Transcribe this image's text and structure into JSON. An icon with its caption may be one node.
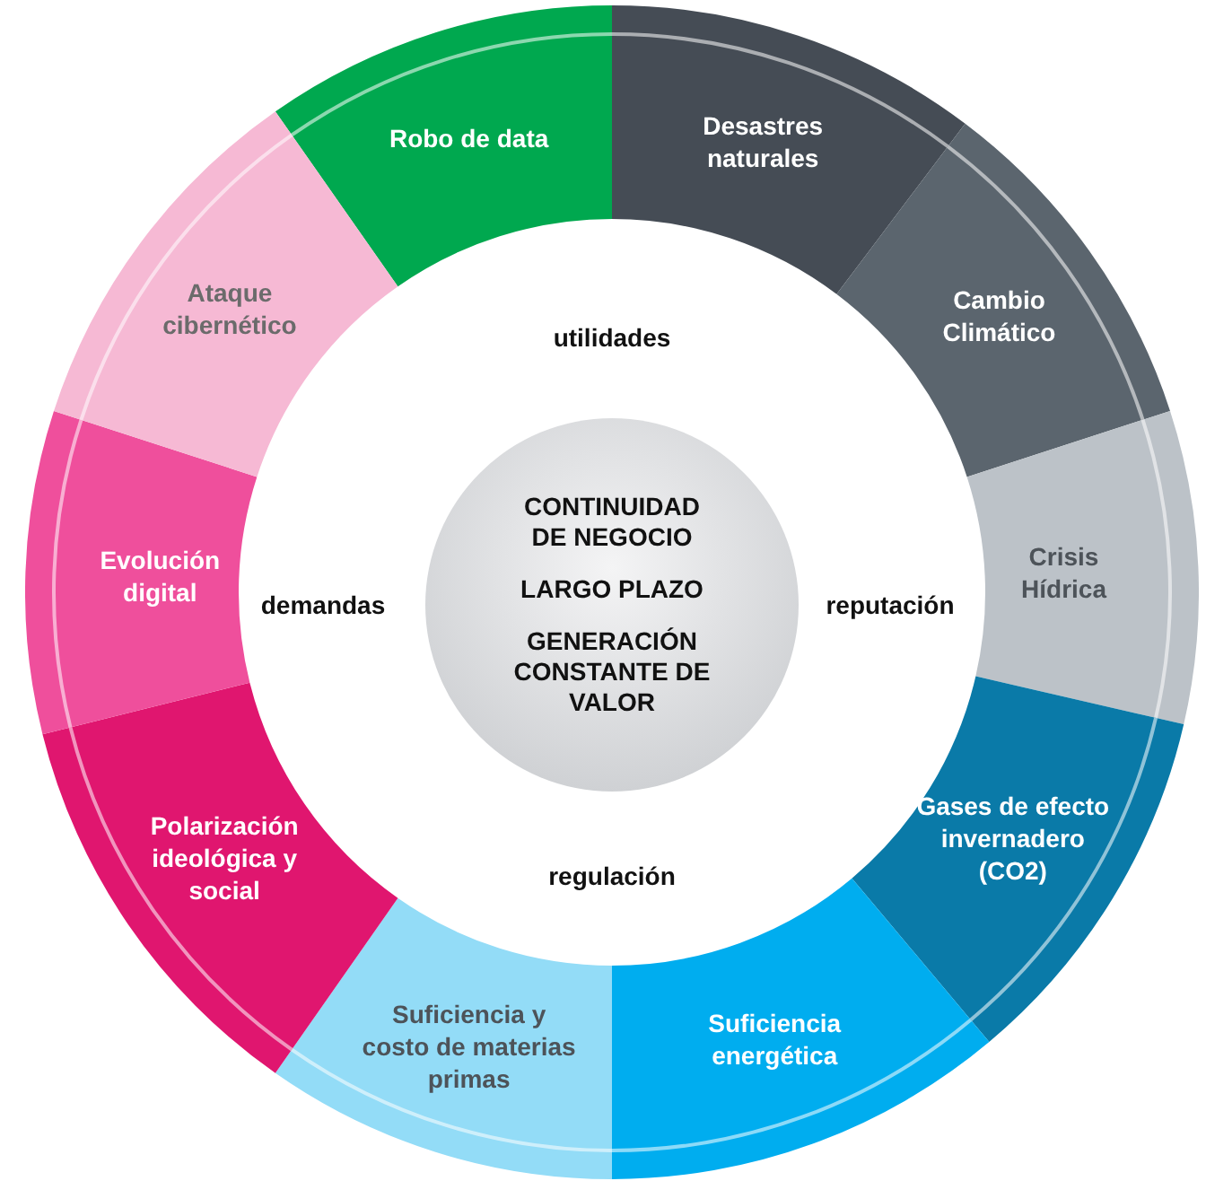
{
  "diagram": {
    "nodes": [
      {
        "text": [
          "Robo de data"
        ]
      },
      {
        "text": [
          "Desastres naturales"
        ]
      },
      {
        "text": [
          "Cambio Climático"
        ]
      },
      {
        "text": [
          "Crisis Hídrica"
        ]
      },
      {
        "text": [
          "Gases de efecto invernadero (CO2)"
        ]
      },
      {
        "text": [
          "Suficiencia energética"
        ]
      },
      {
        "text": [
          "Suficiencia y costo de materias primas"
        ]
      },
      {
        "text": [
          "Polarización ideológica y social"
        ]
      },
      {
        "text": [
          "Evolución digital"
        ]
      },
      {
        "text": [
          "Ataque cibernético"
        ]
      },
      {
        "text": [
          "CONTINUIDAD DE NEGOCIO",
          "LARGO PLAZO",
          "GENERACIÓN CONSTANTE DE VALOR"
        ]
      }
    ],
    "edges": [],
    "labels": [
      "utilidades",
      "demandas",
      "reputación",
      "regulación"
    ]
  }
}
